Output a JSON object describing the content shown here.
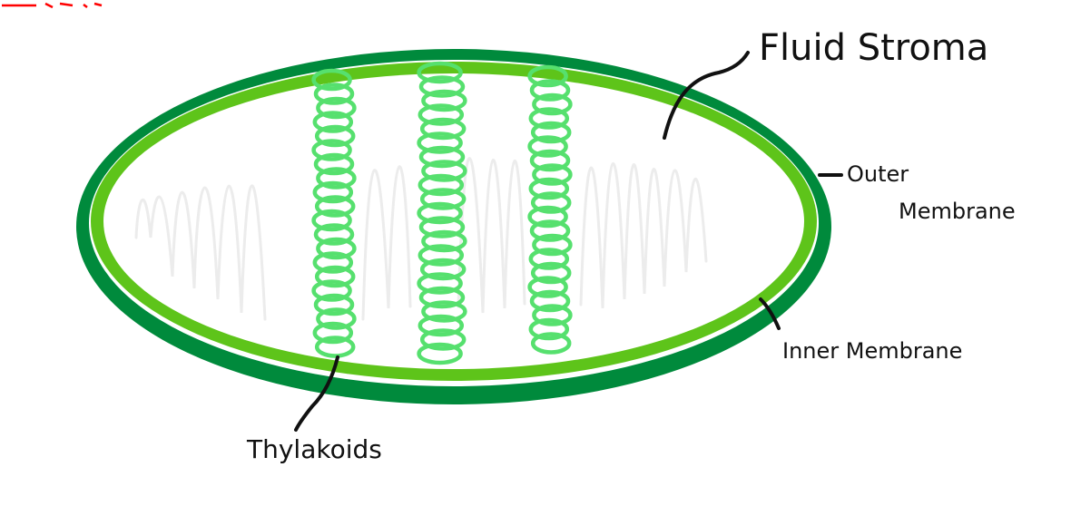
{
  "labels": {
    "fluid_stroma": "Fluid Stroma",
    "outer_membrane_line1": "Outer",
    "outer_membrane_line2": "Membrane",
    "inner_membrane": "Inner Membrane",
    "thylakoids": "Thylakoids"
  },
  "colors": {
    "outer_membrane": "#008a3c",
    "inner_membrane": "#5ec41a",
    "thylakoid": "#56e06e",
    "stroma_lines": "#ececec",
    "text": "#111111",
    "corner_mark": "#ff0000"
  }
}
